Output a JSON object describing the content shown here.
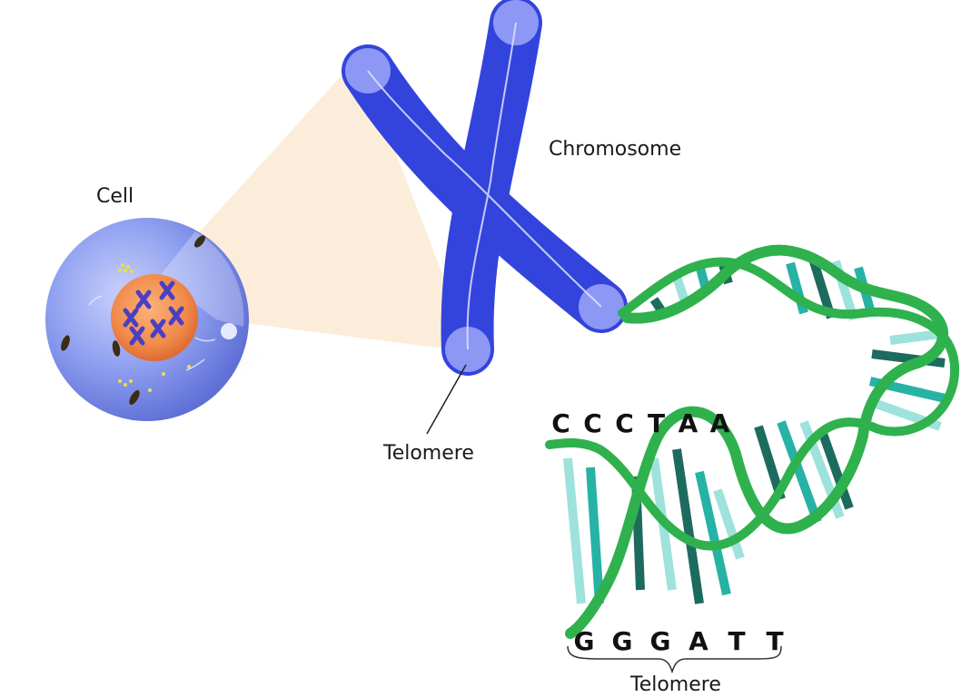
{
  "labels": {
    "cell": "Cell",
    "chromosome": "Chromosome",
    "telomere_chromosome": "Telomere",
    "telomere_dna": "Telomere"
  },
  "sequences": {
    "top": [
      "C",
      "C",
      "C",
      "T",
      "A",
      "A"
    ],
    "bottom": [
      "G",
      "G",
      "G",
      "A",
      "T",
      "T"
    ]
  },
  "colors": {
    "chromosome": "#3344dd",
    "chromosome_tip": "#8d97f4",
    "dna_backbone": "#2fb14d",
    "base_dark": "#1d6b5e",
    "base_mid": "#27b2a6",
    "base_light": "#9ee2dc",
    "cell_body": "#8fa0f0",
    "nucleus": "#f08a4a",
    "zoom_beam": "#fcebd6"
  },
  "icons": [
    "cell-icon",
    "chromosome-icon",
    "dna-helix-icon"
  ]
}
